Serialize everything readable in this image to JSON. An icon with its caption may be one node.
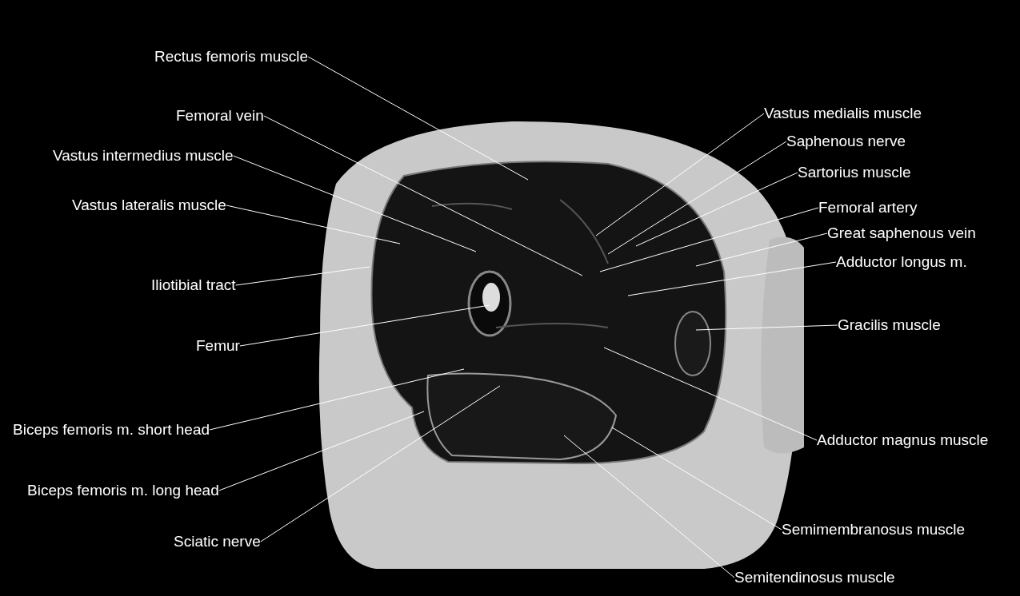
{
  "diagram": {
    "nodes": [
      {
        "text": [
          "Rectus femoris muscle"
        ]
      },
      {
        "text": [
          "Femoral vein"
        ]
      },
      {
        "text": [
          "Vastus intermedius muscle"
        ]
      },
      {
        "text": [
          "Vastus lateralis muscle"
        ]
      },
      {
        "text": [
          "Iliotibial tract"
        ]
      },
      {
        "text": [
          "Femur"
        ]
      },
      {
        "text": [
          "Biceps femoris m. short head"
        ]
      },
      {
        "text": [
          "Biceps femoris m. long head"
        ]
      },
      {
        "text": [
          "Sciatic nerve"
        ]
      },
      {
        "text": [
          "Vastus medialis muscle"
        ]
      },
      {
        "text": [
          "Saphenous nerve"
        ]
      },
      {
        "text": [
          "Sartorius muscle"
        ]
      },
      {
        "text": [
          "Femoral artery"
        ]
      },
      {
        "text": [
          "Great saphenous vein"
        ]
      },
      {
        "text": [
          "Adductor longus m."
        ]
      },
      {
        "text": [
          "Gracilis muscle"
        ]
      },
      {
        "text": [
          "Adductor magnus muscle"
        ]
      },
      {
        "text": [
          "Semimembranosus muscle"
        ]
      },
      {
        "text": [
          "Semitendinosus muscle"
        ]
      }
    ],
    "edges": [
      {
        "from": 0,
        "to": null,
        "arrow": "none"
      },
      {
        "from": 1,
        "to": null,
        "arrow": "none"
      },
      {
        "from": 2,
        "to": null,
        "arrow": "none"
      },
      {
        "from": 3,
        "to": null,
        "arrow": "none"
      },
      {
        "from": 4,
        "to": null,
        "arrow": "none"
      },
      {
        "from": 5,
        "to": null,
        "arrow": "none"
      },
      {
        "from": 6,
        "to": null,
        "arrow": "none"
      },
      {
        "from": 7,
        "to": null,
        "arrow": "none"
      },
      {
        "from": 8,
        "to": null,
        "arrow": "none"
      },
      {
        "from": 9,
        "to": null,
        "arrow": "none"
      },
      {
        "from": 10,
        "to": null,
        "arrow": "none"
      },
      {
        "from": 11,
        "to": null,
        "arrow": "none"
      },
      {
        "from": 12,
        "to": null,
        "arrow": "none"
      },
      {
        "from": 13,
        "to": null,
        "arrow": "none"
      },
      {
        "from": 14,
        "to": null,
        "arrow": "none"
      },
      {
        "from": 15,
        "to": null,
        "arrow": "none"
      },
      {
        "from": 16,
        "to": null,
        "arrow": "none"
      },
      {
        "from": 17,
        "to": null,
        "arrow": "none"
      },
      {
        "from": 18,
        "to": null,
        "arrow": "none"
      }
    ]
  }
}
